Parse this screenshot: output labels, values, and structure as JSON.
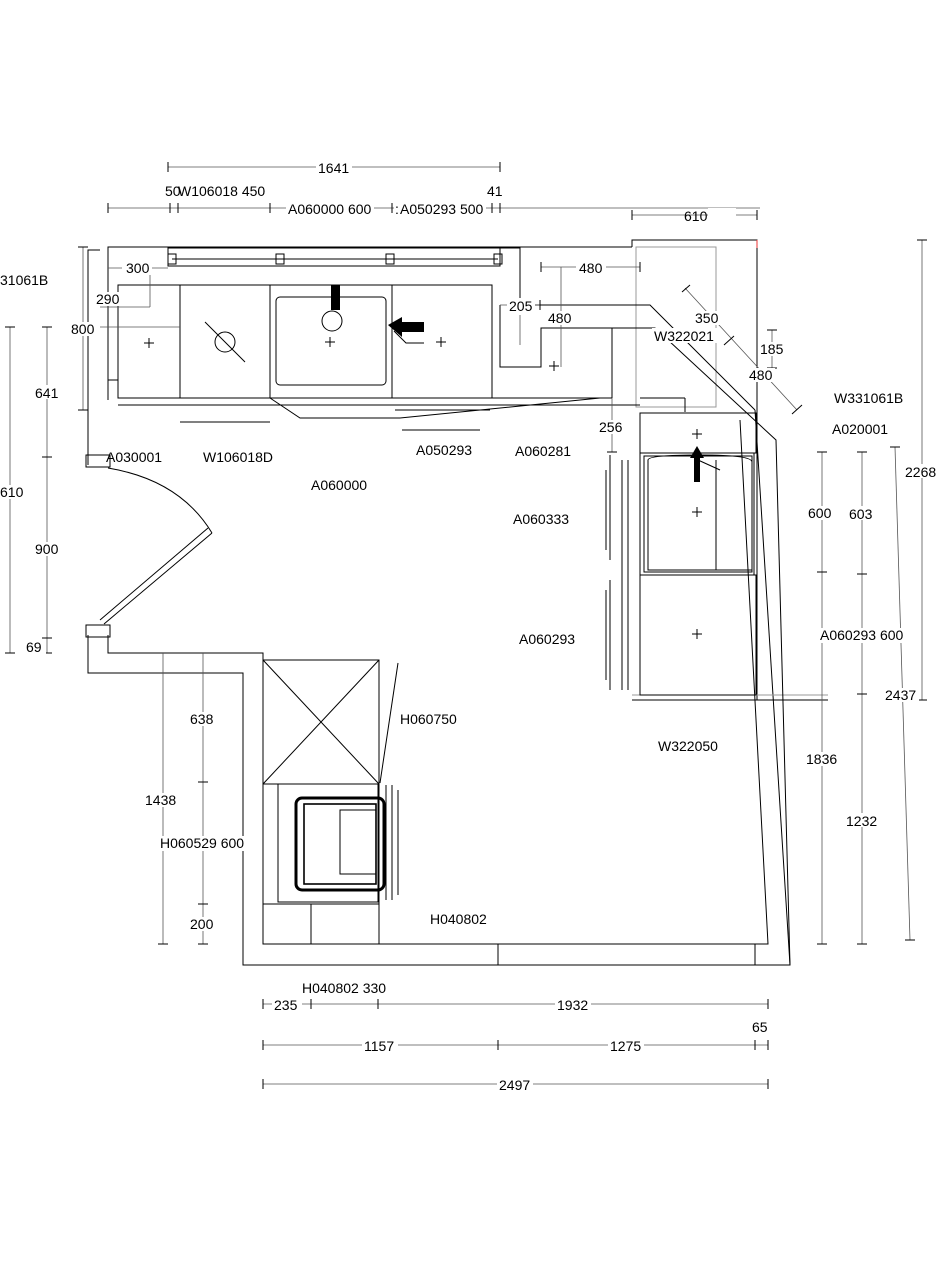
{
  "plan_labels": {
    "w106018": "W106018 450",
    "w106018_prefix": "50",
    "a060000_600": "A060000 600",
    "a050293_500": "A050293 500",
    "a050293_prefix": ":",
    "w331061b_left": "31061B",
    "a030001": "A030001",
    "w106018d": "W106018D",
    "a060000": "A060000",
    "a050293": "A050293",
    "a060281": "A060281",
    "a060333": "A060333",
    "a060293": "A060293",
    "w322021": "W322021",
    "w331061b_right": "W331061B",
    "a020001": "A020001",
    "a060293_600": "A060293 600",
    "h060750": "H060750",
    "w322050": "W322050",
    "h060529_600": "H060529 600",
    "h040802": "H040802",
    "h040802_330": "H040802 330"
  },
  "dimensions": {
    "d1641": "1641",
    "d41": "41",
    "d610_top": "610",
    "d300": "300",
    "d290": "290",
    "d800": "800",
    "d480_top": "480",
    "d205": "205",
    "d480_mid": "480",
    "d350": "350",
    "d185": "185",
    "d480_diag": "480",
    "d256": "256",
    "d641": "641",
    "d610_left": "610",
    "d900": "900",
    "d69": "69",
    "d2268": "2268",
    "d600": "600",
    "d603": "603",
    "d2437": "2437",
    "d1836": "1836",
    "d1232": "1232",
    "d638": "638",
    "d1438": "1438",
    "d200": "200",
    "d235": "235",
    "d1932": "1932",
    "d65": "65",
    "d1157": "1157",
    "d1275": "1275",
    "d2497": "2497"
  }
}
